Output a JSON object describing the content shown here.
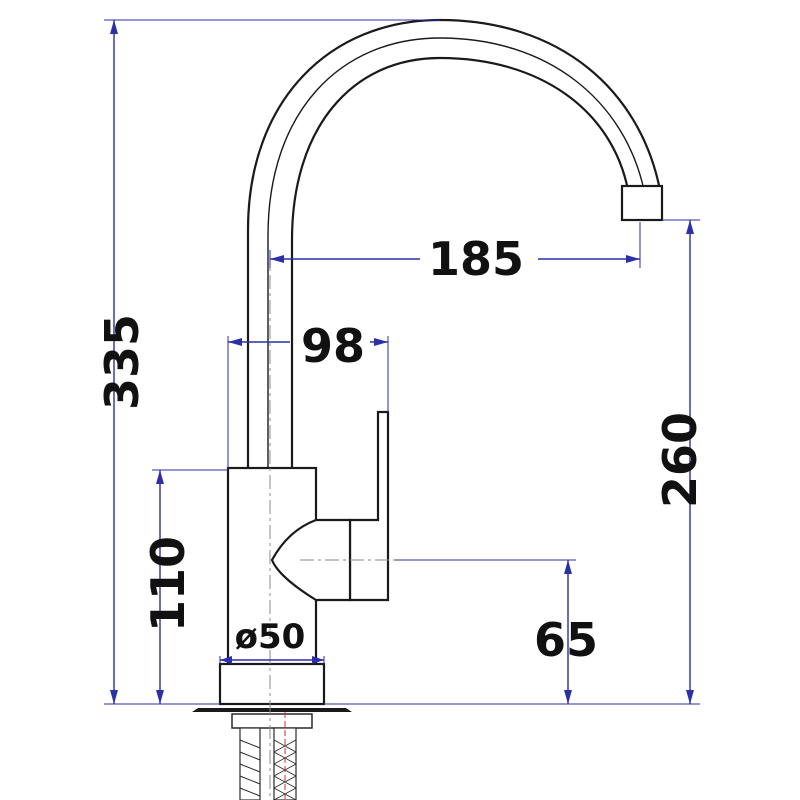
{
  "dimensions": {
    "overall_height": "335",
    "spout_reach": "185",
    "handle_width": "98",
    "body_height": "110",
    "base_diameter": "ø50",
    "handle_height": "65",
    "spout_height": "260"
  },
  "colors": {
    "dimension_line": "#2b2fa8",
    "outline": "#1a1a1a",
    "label": "#111111"
  }
}
